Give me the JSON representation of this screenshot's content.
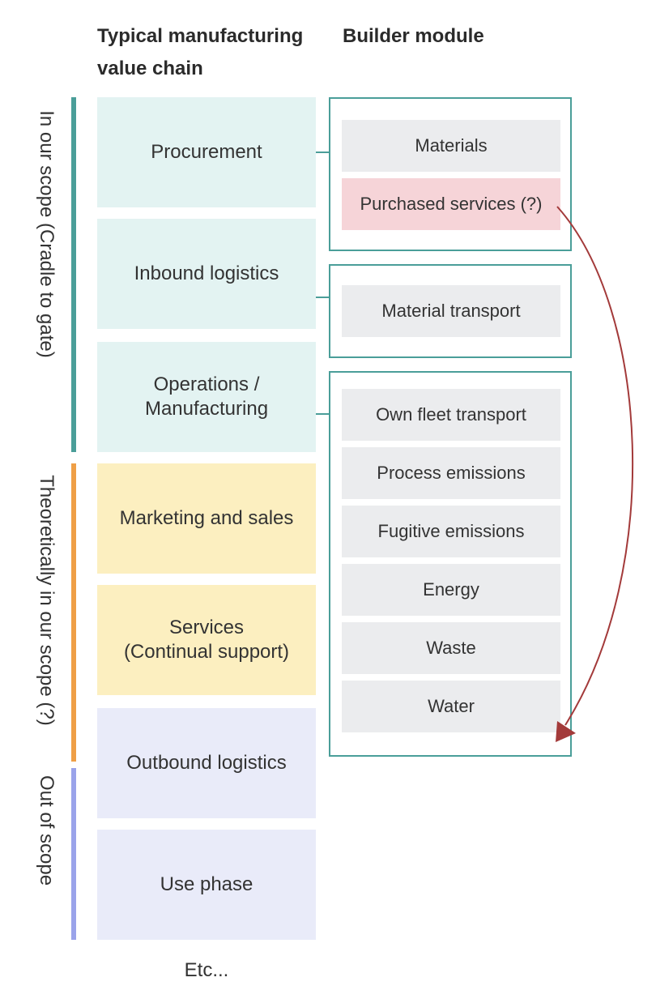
{
  "headers": {
    "value_chain": "Typical manufacturing value chain",
    "builder": "Builder module"
  },
  "scopes": {
    "in_scope": "In our  scope (Cradle to gate)",
    "theoretical": "Theoretically in our scope (?)",
    "out_scope": "Out of scope"
  },
  "value_chain": [
    "Procurement",
    "Inbound logistics",
    "Operations /\nManufacturing",
    "Marketing and sales",
    "Services\n(Continual support)",
    "Outbound logistics",
    "Use phase"
  ],
  "etc": "Etc...",
  "modules": [
    "Materials",
    "Purchased services (?)",
    "Material transport",
    "Own fleet transport",
    "Process emissions",
    "Fugitive emissions",
    "Energy",
    "Waste",
    "Water"
  ],
  "colors": {
    "teal": "#4a9e99",
    "orange": "#ef9f46",
    "lavender": "#9aa3ea",
    "arrow": "#a33a3a",
    "highlight": "#f6d4d8"
  }
}
